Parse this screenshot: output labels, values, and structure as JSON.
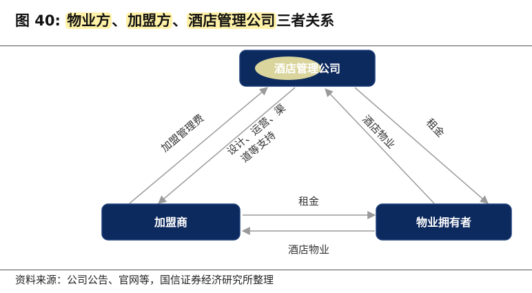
{
  "title": {
    "prefix": "图 40:",
    "party1": "物业方",
    "sep1": "、",
    "party2": "加盟方",
    "sep2": "、",
    "party3": "酒店管理公司",
    "suffix": "三者关系"
  },
  "nodes": {
    "hotel_company": "酒店管理公司",
    "franchisee": "加盟商",
    "owner": "物业拥有者"
  },
  "edges": {
    "mgmt_fee": "加盟管理费",
    "support_line1": "设计、运营、渠",
    "support_line2": "道等支持",
    "hotel_property_left": "酒店物业",
    "rent_right": "租金",
    "rent_middle": "租金",
    "hotel_property_bottom": "酒店物业"
  },
  "source": "资料来源：公司公告、官网等，国信证券经济研究所整理",
  "colors": {
    "node_fill": "#0d2a5e",
    "node_stroke": "#1d3e7a",
    "highlight": "#fff2a8",
    "arrow": "#9a9a9a"
  }
}
